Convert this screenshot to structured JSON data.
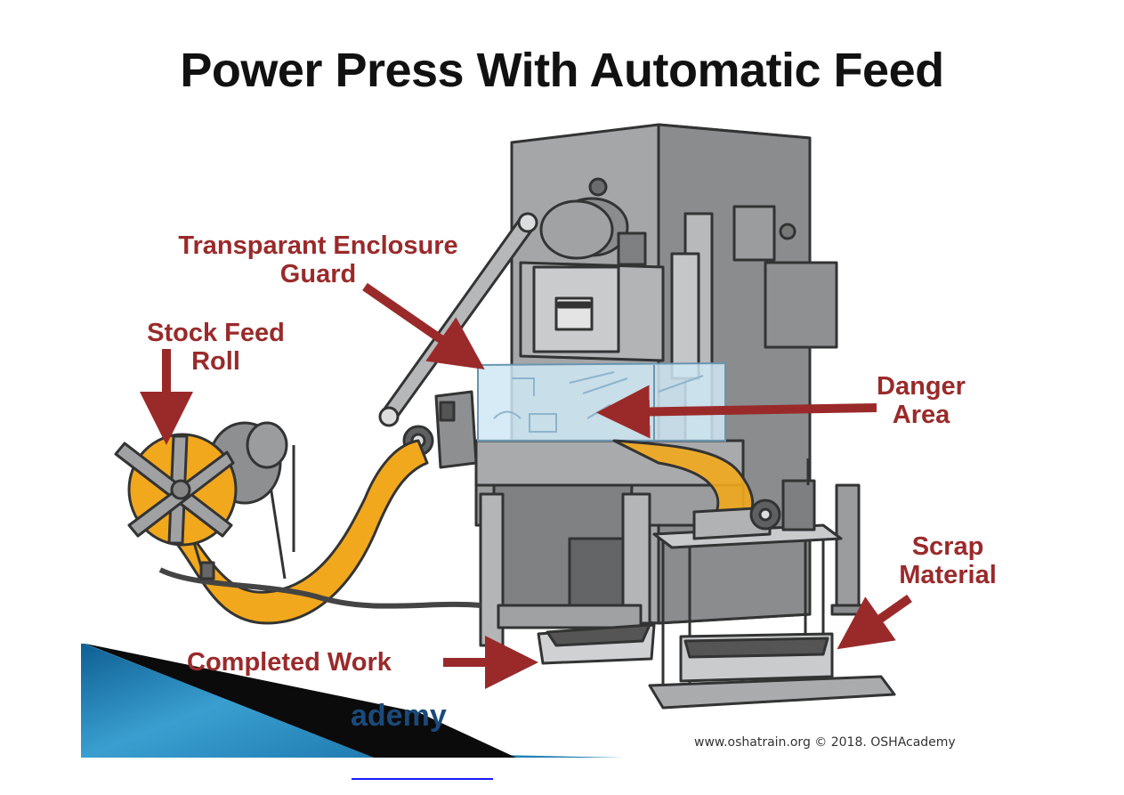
{
  "title": "Power Press With Automatic Feed",
  "labels": {
    "enclosure_line1": "Transparant Enclosure",
    "enclosure_line2": "Guard",
    "stock_line1": "Stock Feed",
    "stock_line2": "Roll",
    "danger_line1": "Danger",
    "danger_line2": "Area",
    "scrap_line1": "Scrap",
    "scrap_line2": "Material",
    "completed": "Completed Work"
  },
  "credit": "www.oshatrain.org © 2018. OSHAcademy",
  "watermark_text": "ademy",
  "colors": {
    "label": "#9a2a2a",
    "arrow": "#9a2a2a",
    "machine": "#9ea0a2",
    "feed_strip": "#f2a81d",
    "guard": "#cfe8f5",
    "banner": "#2f8fc0"
  }
}
